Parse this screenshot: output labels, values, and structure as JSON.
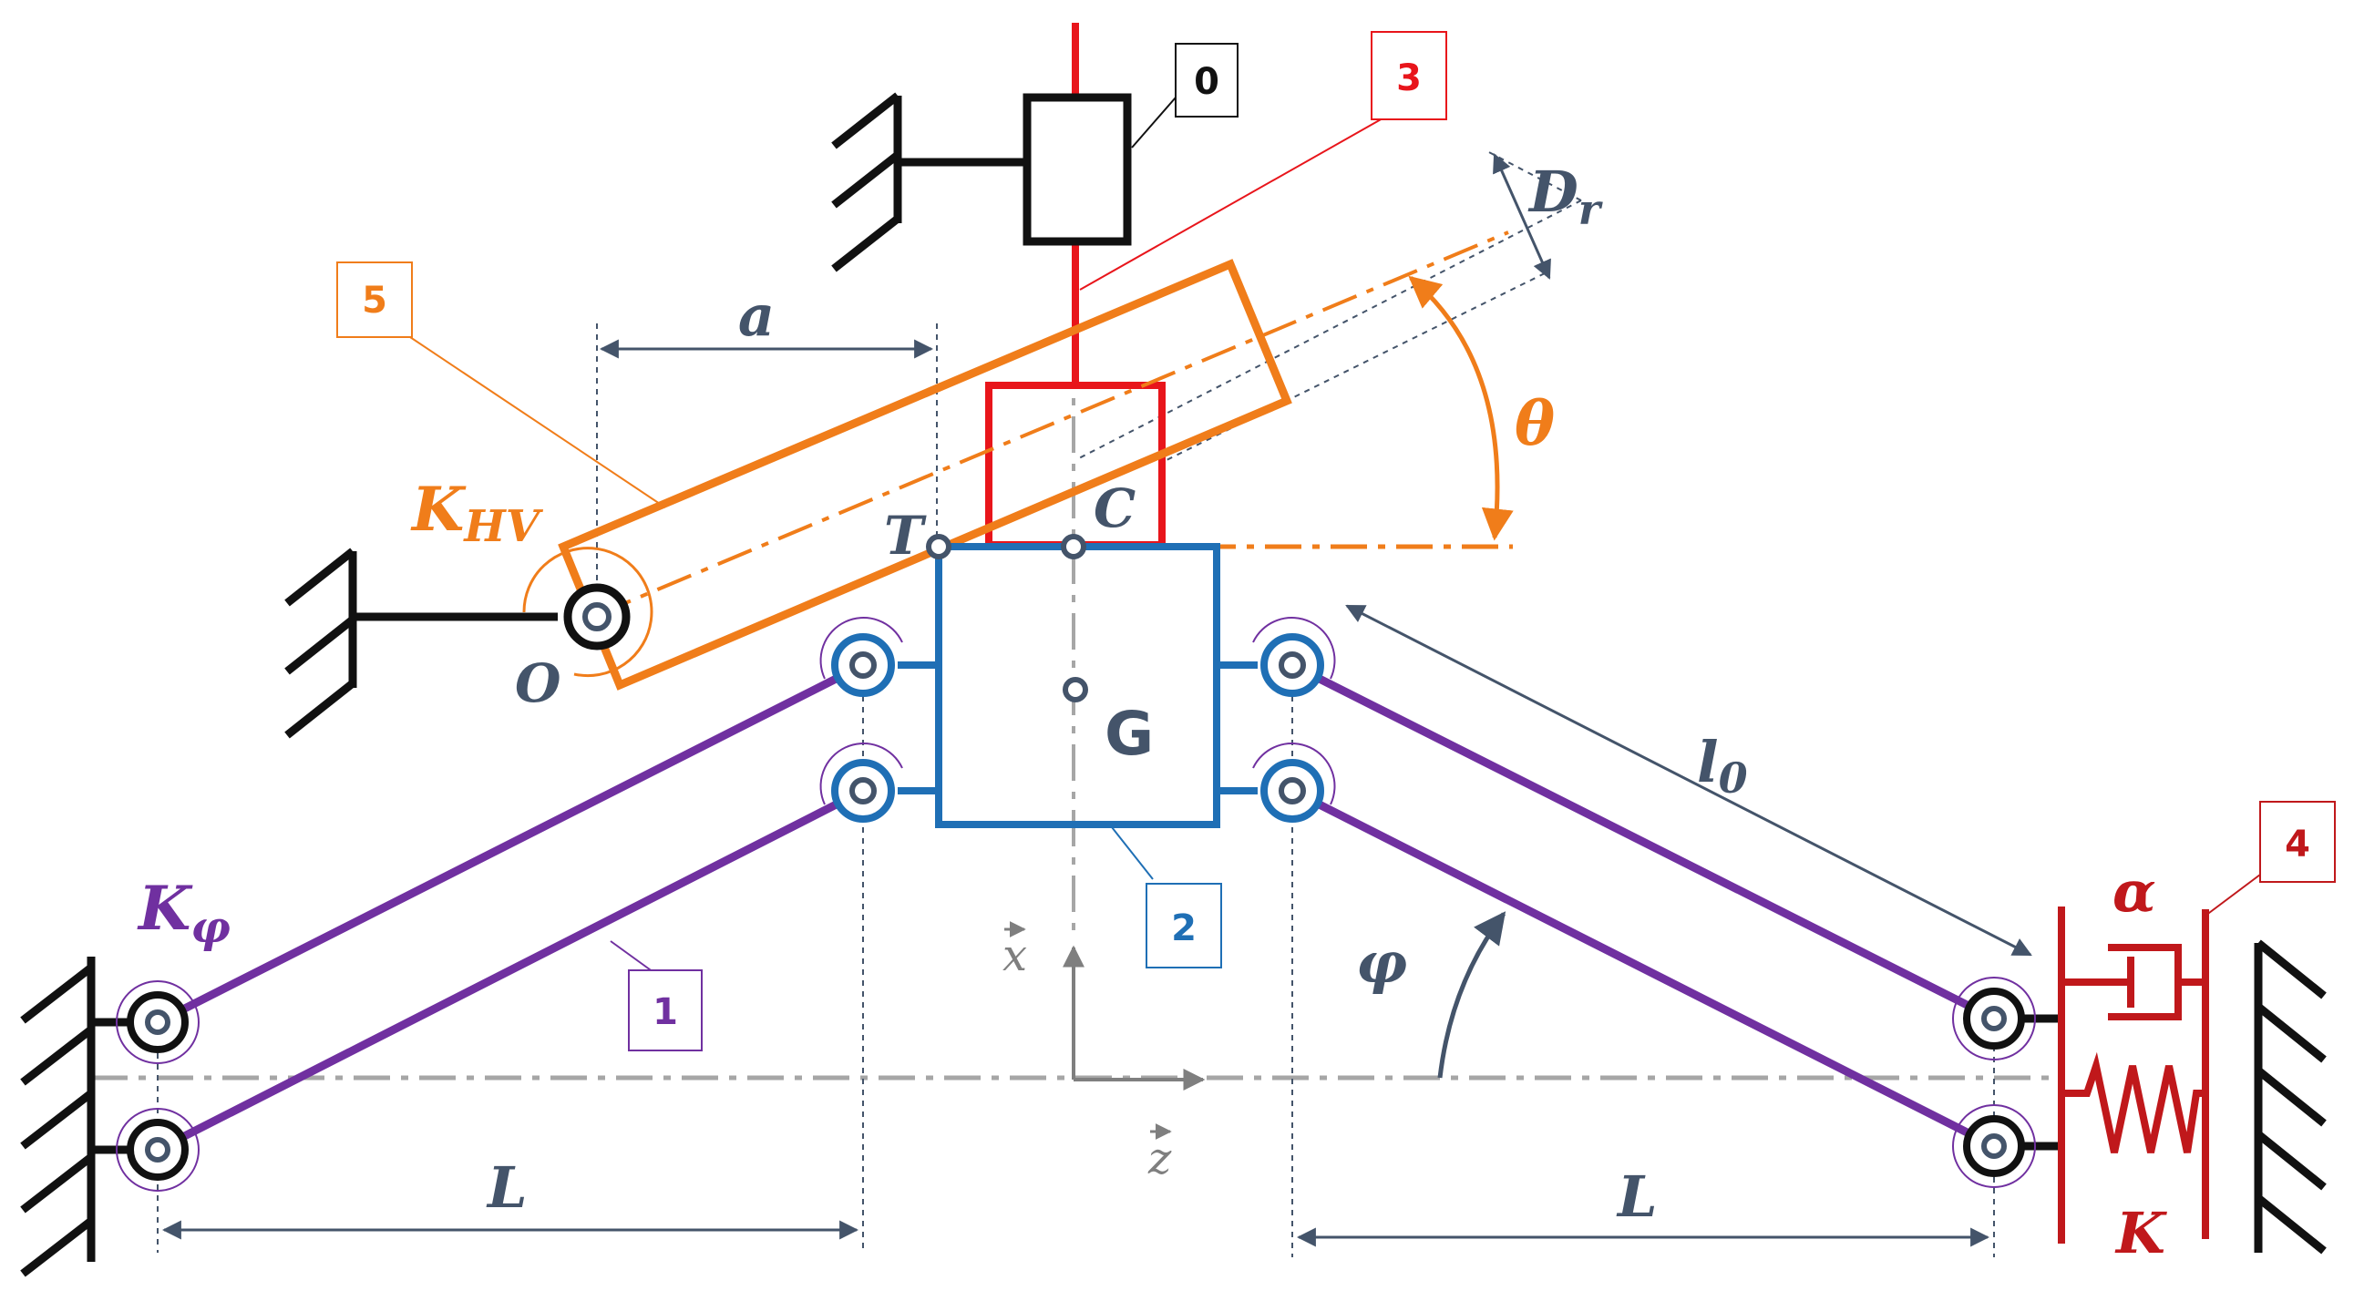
{
  "colors": {
    "orange": "#f07d1a",
    "red": "#e8151b",
    "darkred": "#c0181b",
    "blue": "#1f6fb5",
    "purple": "#7030a0",
    "navy": "#44546a",
    "gray": "#a6a6a6",
    "black": "#111111"
  },
  "tags": {
    "t0": "0",
    "t1": "1",
    "t2": "2",
    "t3": "3",
    "t4": "4",
    "t5": "5"
  },
  "labels": {
    "a": "a",
    "Dr_main": "D",
    "Dr_sub": "r",
    "theta": "θ",
    "KHV_main": "K",
    "KHV_sub": "HV",
    "T": "T",
    "C": "C",
    "O": "O",
    "G": "G",
    "l0_main": "l",
    "l0_sub": "0",
    "Kphi_main": "K",
    "Kphi_sub": "φ",
    "alpha": "α",
    "K": "K",
    "phi": "φ",
    "L_left": "L",
    "L_right": "L",
    "x_axis": "x",
    "z_axis": "z"
  }
}
